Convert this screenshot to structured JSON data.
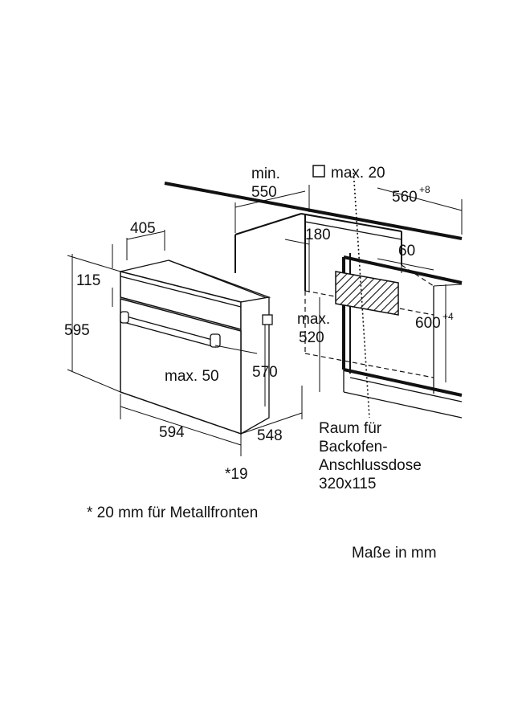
{
  "dimensions": {
    "min_label": "min.",
    "min_550_value": "550",
    "max20_label": "max. 20",
    "d560_value": "560",
    "d560_tolerance": "+8",
    "d405_value": "405",
    "d180_value": "180",
    "d60_value": "60",
    "d115_value": "115",
    "d595_value": "595",
    "max520_label": "max.",
    "max520_value": "520",
    "d600_value": "600",
    "d600_tolerance": "+4",
    "max50_label": "max. 50",
    "d570_value": "570",
    "d594_value": "594",
    "d548_value": "548",
    "d19_label": "*19"
  },
  "socket_note": {
    "line1": "Raum für",
    "line2": "Backofen-",
    "line3": "Anschlussdose",
    "line4": "320x115"
  },
  "footnote": "* 20 mm für Metallfronten",
  "units_note": "Maße in mm",
  "colors": {
    "line": "#111111",
    "background": "#ffffff"
  }
}
